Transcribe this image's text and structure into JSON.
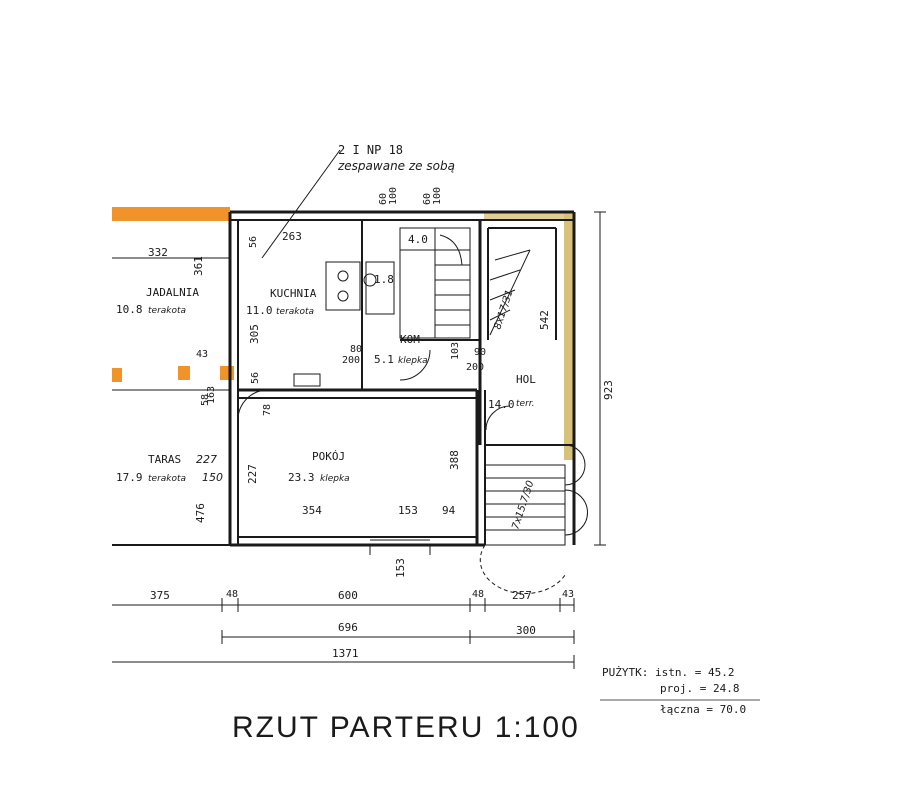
{
  "annotation": {
    "beam": "2 I NP 18",
    "beam_note": "zespawane ze sobą"
  },
  "rooms": {
    "jadalnia": {
      "name": "JADALNIA",
      "area": "10.8",
      "floor": "terakota"
    },
    "kuchnia": {
      "name": "KUCHNIA",
      "area": "11.0",
      "floor": "terakota"
    },
    "kom": {
      "name": "KOM",
      "area": "5.1",
      "floor": "klepka"
    },
    "hol": {
      "name": "HOL",
      "area": "14.0",
      "floor": "terr."
    },
    "pokoj": {
      "name": "POKÓJ",
      "area": "23.3",
      "floor": "klepka"
    },
    "taras": {
      "name": "TARAS",
      "area": "17.9",
      "floor": "terakota",
      "extra1": "227",
      "extra2": "150"
    },
    "stair_area": "1.8",
    "stair_area2": "4.0"
  },
  "dims": {
    "d332": "332",
    "d361": "361",
    "d263": "263",
    "d56a": "56",
    "d305": "305",
    "d542": "542",
    "d923": "923",
    "d388": "388",
    "d354": "354",
    "d153": "153",
    "d94": "94",
    "d227": "227",
    "d476": "476",
    "d78": "78",
    "d56b": "56",
    "d163": "163",
    "d80": "80",
    "d200a": "200",
    "d200b": "200",
    "d103": "103",
    "d90": "90",
    "d60a": "60",
    "d100a": "100",
    "d60b": "60",
    "d100b": "100",
    "d43": "43",
    "d58": "58",
    "d1532": "153",
    "stair1": "8x17/31",
    "stair2": "7x15.7/30",
    "b375": "375",
    "b48a": "48",
    "b600": "600",
    "b48b": "48",
    "b257": "257",
    "b43": "43",
    "b696": "696",
    "b300": "300",
    "b1371": "1371"
  },
  "area_summary": {
    "line1": "PUŻYTK: istn. = 45.2",
    "line2": "proj. = 24.8",
    "line3": "łączna = 70.0"
  },
  "title": "RZUT PARTERU 1:100",
  "colors": {
    "wall": "#1a1a1a",
    "highlight_orange": "#f0932b",
    "highlight_yellow": "#d8c27a"
  }
}
